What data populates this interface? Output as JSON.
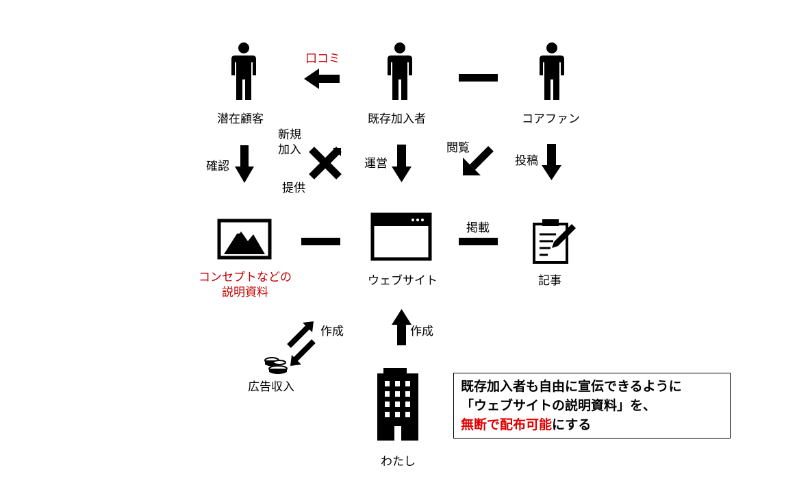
{
  "nodes": {
    "potential_customer": "潜在顧客",
    "existing_member": "既存加入者",
    "core_fan": "コアファン",
    "concept_material_line1": "コンセプトなどの",
    "concept_material_line2": "説明資料",
    "website": "ウェブサイト",
    "article": "記事",
    "ad_revenue": "広告収入",
    "me": "わたし"
  },
  "edges": {
    "word_of_mouth": "口コミ",
    "confirm": "確認",
    "new_line1": "新規",
    "new_line2": "加入",
    "provide": "提供",
    "operate": "運営",
    "browse": "閲覧",
    "post": "投稿",
    "publish": "掲載",
    "create_material": "作成",
    "create_site": "作成"
  },
  "callout": {
    "line1": "既存加入者も自由に宣伝できるように",
    "line2": "「ウェブサイトの説明資料」を、",
    "line3_emph": "無断で配布可能",
    "line3_rest": "にする"
  },
  "colors": {
    "accent": "#c00000",
    "emphasis": "#e00000",
    "ink": "#000000"
  },
  "icons": [
    "person-icon",
    "image-icon",
    "browser-window-icon",
    "clipboard-pen-icon",
    "coins-icon",
    "office-building-icon"
  ]
}
